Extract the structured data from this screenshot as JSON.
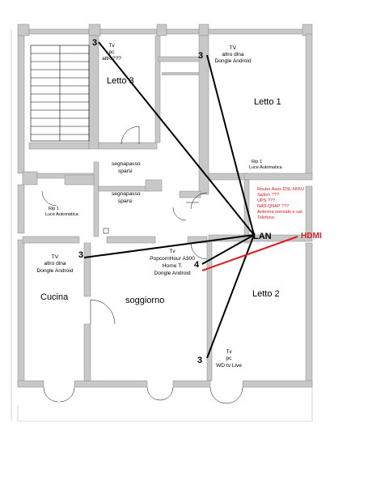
{
  "colors": {
    "wall": "#c8c8c8",
    "line": "#000000",
    "hdmi": "#e11b22"
  },
  "rooms": {
    "letto3": "Letto 3",
    "letto1": "Letto 1",
    "letto2": "Letto 2",
    "cucina": "Cucina",
    "soggiorno": "soggiorno"
  },
  "corridor": {
    "upper": [
      "segnapasso",
      "sparsi"
    ],
    "lower": [
      "segnapasso",
      "sparsi"
    ]
  },
  "rip_left": [
    "Rip 1",
    "Luce Automatica"
  ],
  "rip_right": [
    "Rip 1",
    "Luce Automatica"
  ],
  "devices": {
    "letto3": {
      "count": "3",
      "lines": [
        "Tv",
        "pc",
        "altro???"
      ]
    },
    "letto1": {
      "count": "3",
      "lines": [
        "TV",
        "altro dlna",
        "Dongle Android"
      ]
    },
    "cucina": {
      "count": "3",
      "lines": [
        "TV",
        "altro dlna",
        "Dongle Android"
      ]
    },
    "soggiorno": {
      "count": "4",
      "lines": [
        "Tv",
        "PopcornHour A300",
        "Home T.",
        "Dongle Android"
      ]
    },
    "letto2": {
      "count": "3",
      "lines": [
        "Tv",
        "pc",
        "WD tv Live"
      ]
    }
  },
  "router_box": [
    "Router Asus DSL-N55U",
    "Switch ???",
    "UPS ???",
    "NAS QNAP ???",
    "Antenna normale e sat",
    "Telefono"
  ],
  "lan_label": "LAN",
  "hdmi_label": "HDMI"
}
